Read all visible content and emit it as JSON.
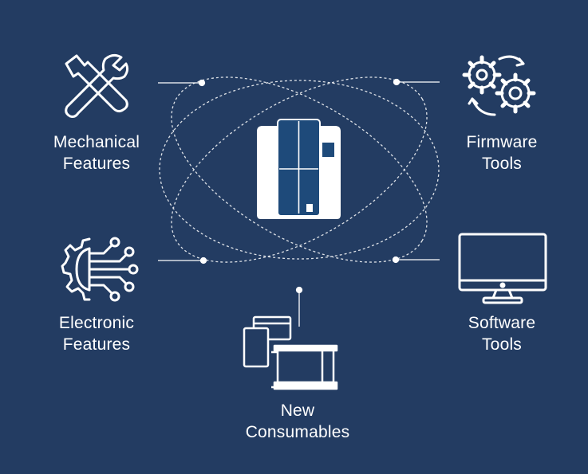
{
  "colors": {
    "background": "#233c62",
    "foreground": "#ffffff",
    "printer_body": "#ffffff",
    "printer_accent": "#1e4a7a"
  },
  "center": {
    "icon": "card-printer-icon"
  },
  "features": [
    {
      "id": "mechanical",
      "icon": "wrench-screwdriver-icon",
      "line1": "Mechanical",
      "line2": "Features"
    },
    {
      "id": "firmware",
      "icon": "gears-cycle-icon",
      "line1": "Firmware",
      "line2": "Tools"
    },
    {
      "id": "electronic",
      "icon": "circuit-gear-icon",
      "line1": "Electronic",
      "line2": "Features"
    },
    {
      "id": "software",
      "icon": "monitor-icon",
      "line1": "Software",
      "line2": "Tools"
    },
    {
      "id": "consumables",
      "icon": "cards-ribbon-icon",
      "line1": "New",
      "line2": "Consumables"
    }
  ]
}
